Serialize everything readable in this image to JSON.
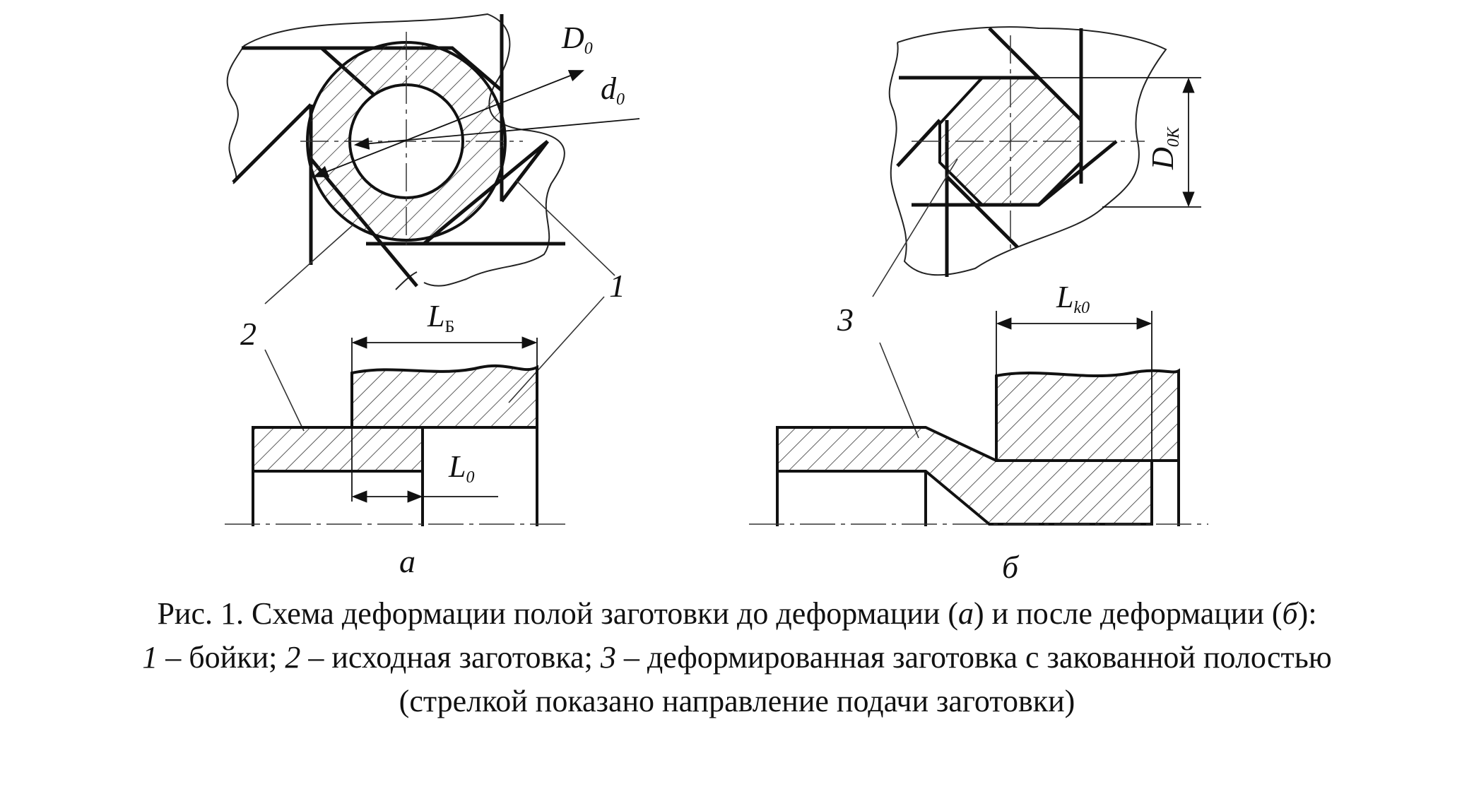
{
  "figure_a": {
    "label_D": "D",
    "label_D_sub": "0",
    "label_d": "d",
    "label_d_sub": "0",
    "label_LB": "L",
    "label_LB_sub": "Б",
    "label_L0": "L",
    "label_L0_sub": "0",
    "callout_1": "1",
    "callout_2": "2",
    "panel_letter": "а"
  },
  "figure_b": {
    "label_D0K": "D",
    "label_D0K_sub": "0K",
    "label_Lk0": "L",
    "label_Lk0_sub": "k0",
    "callout_3": "3",
    "panel_letter": "б"
  },
  "caption": {
    "line1_a": "Рис. 1. Схема деформации полой заготовки до деформации (",
    "line1_b": "а",
    "line1_c": ") и после деформации (",
    "line1_d": "б",
    "line1_e": "):",
    "line2_n1": "1",
    "line2_a": " – бойки; ",
    "line2_n2": "2",
    "line2_b": " – исходная заготовка; ",
    "line2_n3": "3",
    "line2_c": " – деформированная заготовка с закованной полостью",
    "line3": "(стрелкой показано направление подачи заготовки)"
  }
}
